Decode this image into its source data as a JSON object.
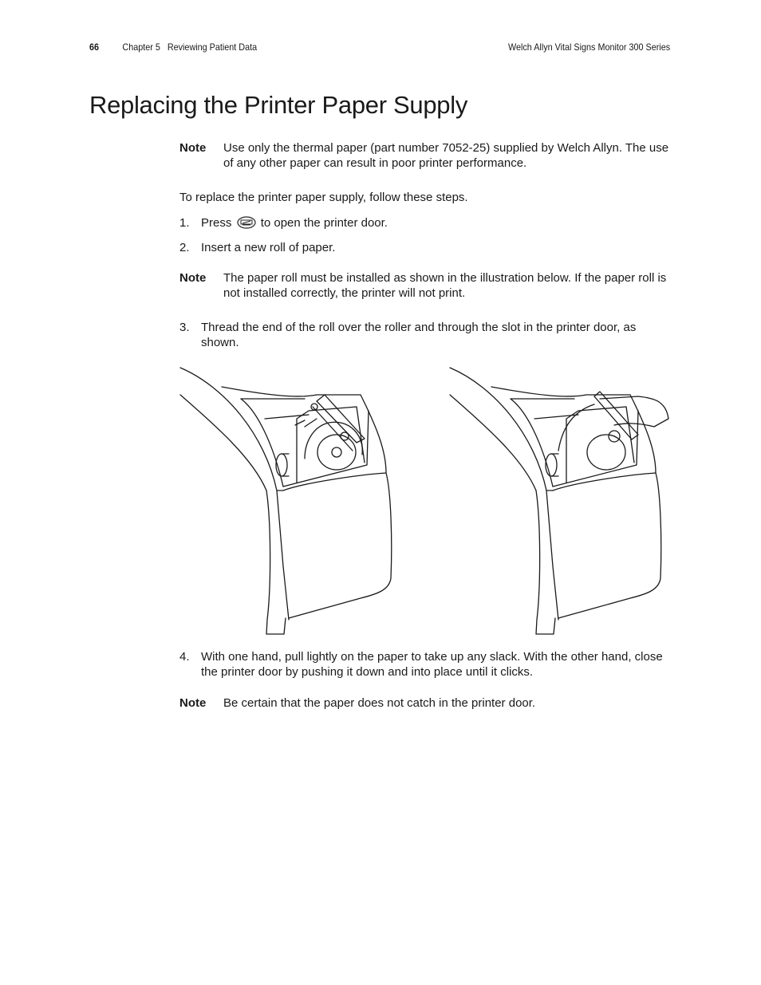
{
  "header": {
    "page_number": "66",
    "chapter": "Chapter 5   Reviewing Patient Data",
    "document_title": "Welch Allyn Vital Signs Monitor 300 Series"
  },
  "page_title": "Replacing the Printer Paper Supply",
  "note1": {
    "label": "Note",
    "text": "Use only the thermal paper (part number 7052-25) supplied by Welch Allyn. The use of any other paper can result in poor printer performance."
  },
  "intro": "To replace the printer paper supply, follow these steps.",
  "step1": {
    "num": "1.",
    "before": "Press",
    "icon": "printer-door-icon",
    "after": "to open the printer door."
  },
  "step2": {
    "num": "2.",
    "text": "Insert a new roll of paper."
  },
  "note2": {
    "label": "Note",
    "text": "The paper roll must be installed as shown in the illustration below. If the paper roll is not installed correctly, the printer will not print."
  },
  "step3": {
    "num": "3.",
    "text": "Thread the end of the roll over the roller and through the slot in the printer door, as shown."
  },
  "step4": {
    "num": "4.",
    "text": "With one hand, pull lightly on the paper to take up any slack. With the other hand, close the printer door by pushing it down and into place until it clicks."
  },
  "note3": {
    "label": "Note",
    "text": "Be certain that the paper does not catch in the printer door."
  }
}
